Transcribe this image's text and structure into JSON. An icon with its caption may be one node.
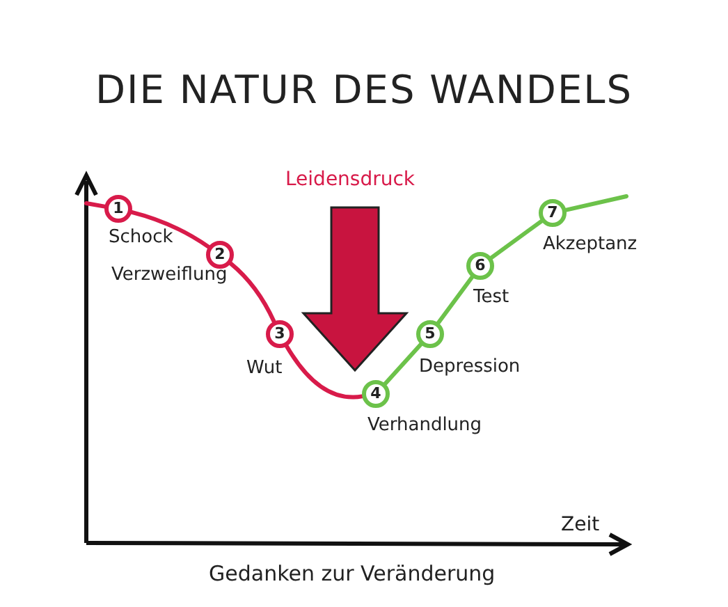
{
  "diagram": {
    "title": "DIE NATUR DES WANDELS",
    "nodes": [
      {
        "text": [
          "1"
        ],
        "beside": [
          "Schock"
        ]
      },
      {
        "text": [
          "2"
        ],
        "beside": [
          "Verzweiflung"
        ]
      },
      {
        "text": [
          "3"
        ],
        "beside": [
          "Wut"
        ]
      },
      {
        "text": [
          "4"
        ],
        "beside": [
          "Verhandlung"
        ]
      },
      {
        "text": [
          "5"
        ],
        "beside": [
          "Depression"
        ]
      },
      {
        "text": [
          "6"
        ],
        "beside": [
          "Test"
        ]
      },
      {
        "text": [
          "7"
        ],
        "beside": [
          "Akzeptanz"
        ]
      },
      {
        "text": [
          "Leidensdruck"
        ]
      }
    ],
    "edges": [
      {
        "from": null,
        "to": 0,
        "arrow": "none",
        "color": "#d81b4a"
      },
      {
        "from": 0,
        "to": 1,
        "arrow": "none",
        "color": "#d81b4a"
      },
      {
        "from": 1,
        "to": 2,
        "arrow": "none",
        "color": "#d81b4a"
      },
      {
        "from": 2,
        "to": 3,
        "arrow": "none",
        "color": "#d81b4a"
      },
      {
        "from": 3,
        "to": 4,
        "arrow": "none",
        "color": "#6cc24a"
      },
      {
        "from": 4,
        "to": 5,
        "arrow": "none",
        "color": "#6cc24a"
      },
      {
        "from": 5,
        "to": 6,
        "arrow": "none",
        "color": "#6cc24a"
      },
      {
        "from": 6,
        "to": null,
        "arrow": "none",
        "color": "#6cc24a"
      },
      {
        "from": 7,
        "to": null,
        "arrow": "to",
        "style": "thick",
        "color": "#c8143f"
      }
    ],
    "labels": [
      "Zeit",
      "Gedanken zur Veränderung"
    ]
  }
}
